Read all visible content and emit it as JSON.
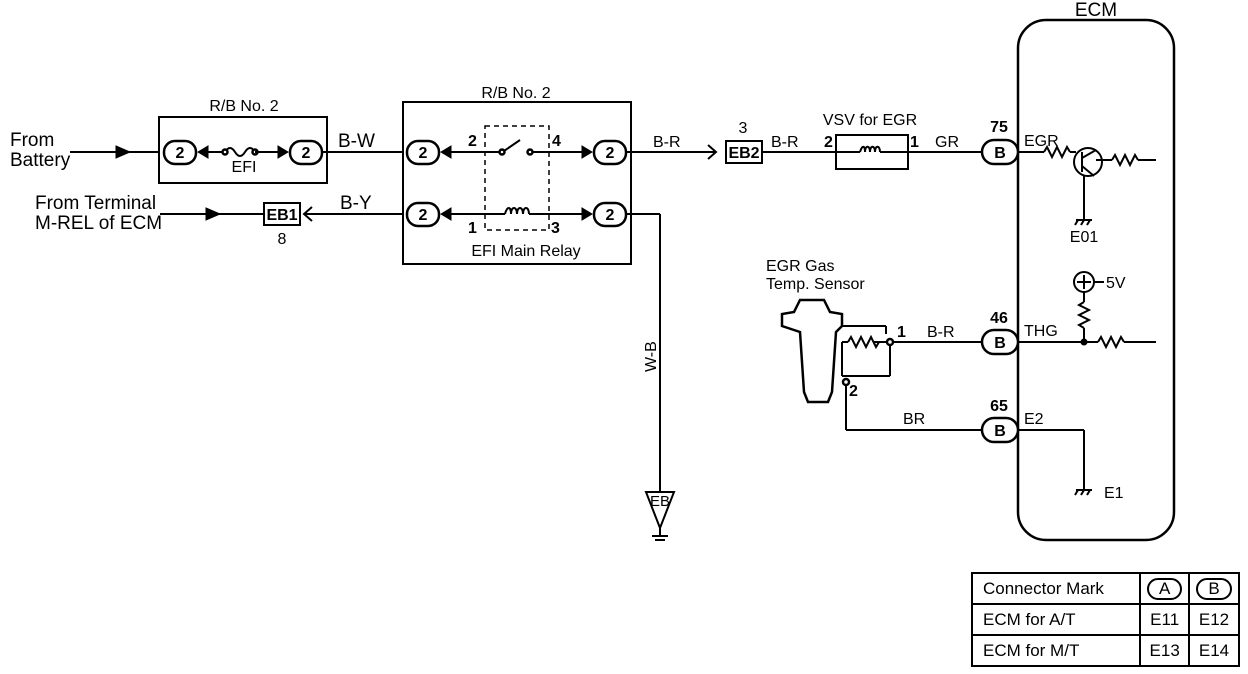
{
  "labels": {
    "ecm": "ECM",
    "from_battery_1": "From",
    "from_battery_2": "Battery",
    "from_terminal_1": "From Terminal",
    "from_terminal_2": "M-REL of ECM",
    "rb_no2_left": "R/B No. 2",
    "rb_no2_right": "R/B No. 2",
    "efi_fuse": "EFI",
    "efi_main_relay": "EFI Main Relay",
    "vsv_for_egr": "VSV for EGR",
    "egr_gas_1": "EGR Gas",
    "egr_gas_2": "Temp. Sensor",
    "plus_5v": "5V",
    "e01": "E01",
    "e1": "E1",
    "wb_vertical": "W-B",
    "ground_eb": "EB"
  },
  "wires": {
    "bw": "B-W",
    "by": "B-Y",
    "br1": "B-R",
    "br2": "B-R",
    "gr": "GR",
    "br3": "B-R",
    "brown": "BR"
  },
  "connectors": {
    "c2": "2",
    "eb1": "EB1",
    "eb1_pin": "8",
    "eb2": "EB2",
    "eb2_pin": "3",
    "b": "B"
  },
  "pins": {
    "relay_2": "2",
    "relay_4": "4",
    "relay_1": "1",
    "relay_3": "3",
    "vsv_2": "2",
    "vsv_1": "1",
    "ecm_75": "75",
    "ecm_46": "46",
    "ecm_65": "65",
    "sensor_1": "1",
    "sensor_2": "2"
  },
  "ecm_terminals": {
    "egr": "EGR",
    "thg": "THG",
    "e2": "E2"
  },
  "table": {
    "header": "Connector Mark",
    "col_a": "A",
    "col_b": "B",
    "rows": [
      {
        "label": "ECM for A/T",
        "a": "E11",
        "b": "E12"
      },
      {
        "label": "ECM for M/T",
        "a": "E13",
        "b": "E14"
      }
    ]
  }
}
